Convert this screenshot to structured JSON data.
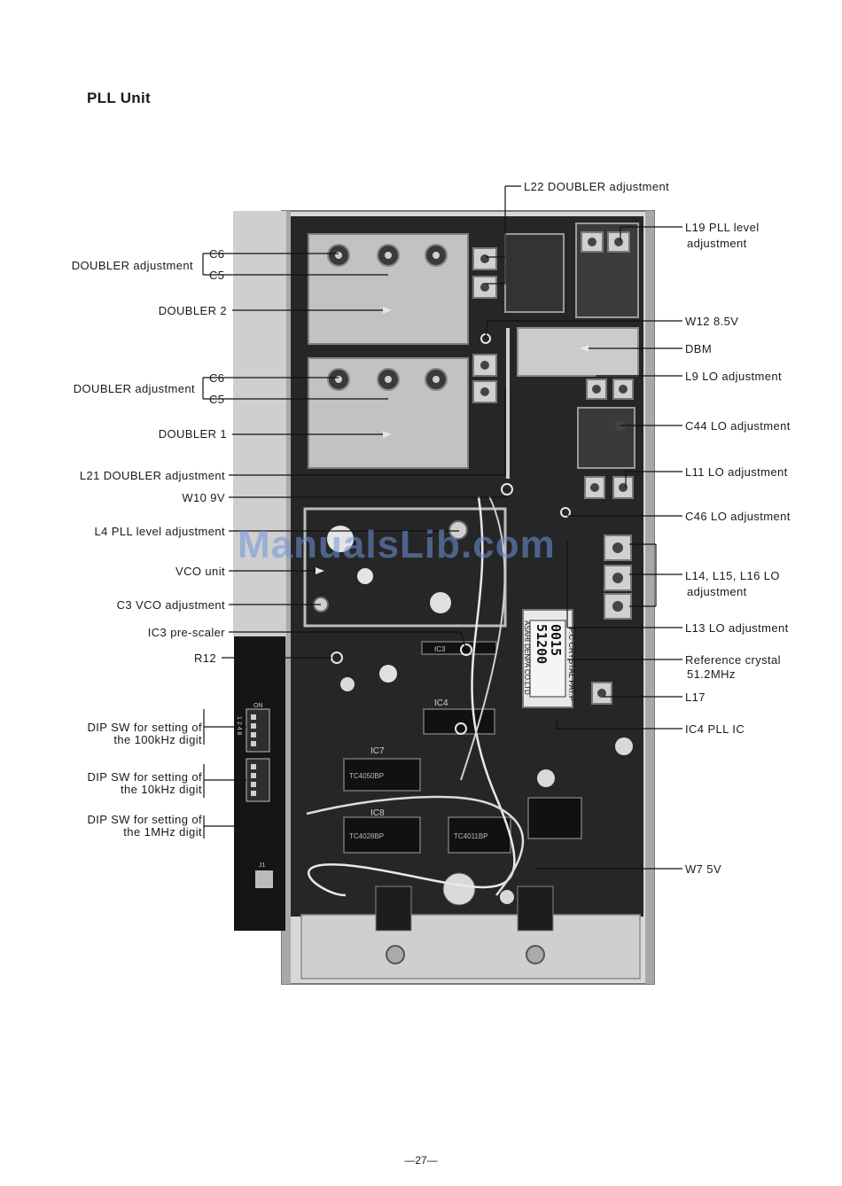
{
  "page_title": "PLL Unit",
  "page_number": "—27—",
  "watermark": "ManualsLib.com",
  "left_labels": {
    "doubler_adj_1": "DOUBLER adjustment",
    "c6_1": "C6",
    "c5_1": "C5",
    "doubler_2": "DOUBLER 2",
    "doubler_adj_2": "DOUBLER adjustment",
    "c6_2": "C6",
    "c5_2": "C5",
    "doubler_1": "DOUBLER 1",
    "l21": "L21 DOUBLER adjustment",
    "w10": "W10 9V",
    "l4": "L4 PLL level adjustment",
    "vco": "VCO unit",
    "c3": "C3 VCO adjustment",
    "ic3": "IC3 pre-scaler",
    "r12": "R12",
    "dip_100k_1": "DIP SW for setting of",
    "dip_100k_2": "the 100kHz digit",
    "dip_10k_1": "DIP SW for setting of",
    "dip_10k_2": "the 10kHz digit",
    "dip_1m_1": "DIP SW for setting of",
    "dip_1m_2": "the 1MHz digit"
  },
  "right_labels": {
    "l22": "L22 DOUBLER adjustment",
    "l19_1": "L19 PLL level",
    "l19_2": "adjustment",
    "w12": "W12 8.5V",
    "dbm": "DBM",
    "l9": "L9 LO adjustment",
    "c44": "C44 LO adjustment",
    "l11": "L11 LO adjustment",
    "c46": "C46 LO adjustment",
    "l14_1": "L14, L15, L16 LO",
    "l14_2": "adjustment",
    "l13": "L13 LO adjustment",
    "xtal_1": "Reference crystal",
    "xtal_2": "51.2MHz",
    "l17": "L17",
    "ic4": "IC4 PLL IC",
    "w7": "W7 5V"
  },
  "board_text": {
    "crystal_brand_1": "P.C CRYSTAL PAT.P",
    "crystal_freq": "51200",
    "crystal_code": "0015",
    "crystal_brand_2": "ASAHI DENPA CO.LTD",
    "ic7": "IC7",
    "ic8": "IC8",
    "ic4": "IC4",
    "ic3": "IC3",
    "chip1": "TC4050BP",
    "chip2": "TC4011BP",
    "chip3": "TC4028BP",
    "dip_on": "ON",
    "dip_nums": "1 2 4 8",
    "j1": "J1"
  },
  "colors": {
    "board": "#232323",
    "shield": "#bdbdbd",
    "chassis": "#d6d6d6",
    "text": "#1a1a1a"
  }
}
